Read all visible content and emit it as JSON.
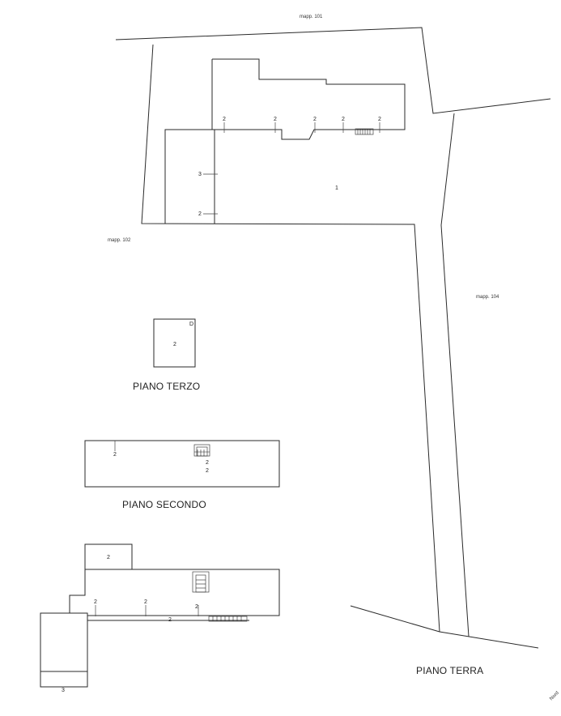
{
  "parcels": {
    "north": "mapp. 101",
    "west": "mapp. 102",
    "east": "mapp. 104"
  },
  "floors": {
    "third": "PIANO TERZO",
    "second": "PIANO SECONDO",
    "ground": "PIANO TERRA"
  },
  "subalterns": {
    "one": "1",
    "two": "2",
    "three": "3",
    "d": "D"
  },
  "orientation_label": "Nord",
  "colors": {
    "line": "#2a2a2a",
    "text": "#222222",
    "background": "#ffffff"
  }
}
